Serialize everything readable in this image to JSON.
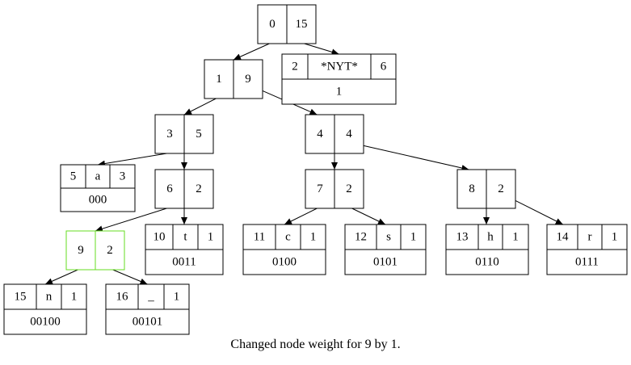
{
  "caption": "Changed node weight for 9 by 1.",
  "colors": {
    "stroke": "#000000",
    "highlight": "#66dd22",
    "background": "#ffffff"
  },
  "internal_nodes": [
    {
      "id": "0",
      "number": "0",
      "weight": "15"
    },
    {
      "id": "1",
      "number": "1",
      "weight": "9"
    },
    {
      "id": "3",
      "number": "3",
      "weight": "5"
    },
    {
      "id": "4",
      "number": "4",
      "weight": "4"
    },
    {
      "id": "6",
      "number": "6",
      "weight": "2"
    },
    {
      "id": "7",
      "number": "7",
      "weight": "2"
    },
    {
      "id": "8",
      "number": "8",
      "weight": "2"
    },
    {
      "id": "9",
      "number": "9",
      "weight": "2",
      "highlighted": true
    }
  ],
  "leaf_nodes": [
    {
      "id": "2",
      "number": "2",
      "symbol": "*NYT*",
      "weight": "6",
      "code": "1"
    },
    {
      "id": "5",
      "number": "5",
      "symbol": "a",
      "weight": "3",
      "code": "000"
    },
    {
      "id": "10",
      "number": "10",
      "symbol": "t",
      "weight": "1",
      "code": "0011"
    },
    {
      "id": "11",
      "number": "11",
      "symbol": "c",
      "weight": "1",
      "code": "0100"
    },
    {
      "id": "12",
      "number": "12",
      "symbol": "s",
      "weight": "1",
      "code": "0101"
    },
    {
      "id": "13",
      "number": "13",
      "symbol": "h",
      "weight": "1",
      "code": "0110"
    },
    {
      "id": "14",
      "number": "14",
      "symbol": "r",
      "weight": "1",
      "code": "0111"
    },
    {
      "id": "15",
      "number": "15",
      "symbol": "n",
      "weight": "1",
      "code": "00100"
    },
    {
      "id": "16",
      "number": "16",
      "symbol": "_",
      "weight": "1",
      "code": "00101"
    }
  ],
  "edges": [
    {
      "from": "0",
      "to": "1"
    },
    {
      "from": "0",
      "to": "2"
    },
    {
      "from": "1",
      "to": "3"
    },
    {
      "from": "1",
      "to": "4"
    },
    {
      "from": "3",
      "to": "5"
    },
    {
      "from": "3",
      "to": "6"
    },
    {
      "from": "4",
      "to": "7"
    },
    {
      "from": "4",
      "to": "8"
    },
    {
      "from": "6",
      "to": "9"
    },
    {
      "from": "6",
      "to": "10"
    },
    {
      "from": "7",
      "to": "11"
    },
    {
      "from": "7",
      "to": "12"
    },
    {
      "from": "8",
      "to": "13"
    },
    {
      "from": "8",
      "to": "14"
    },
    {
      "from": "9",
      "to": "15"
    },
    {
      "from": "9",
      "to": "16"
    }
  ]
}
